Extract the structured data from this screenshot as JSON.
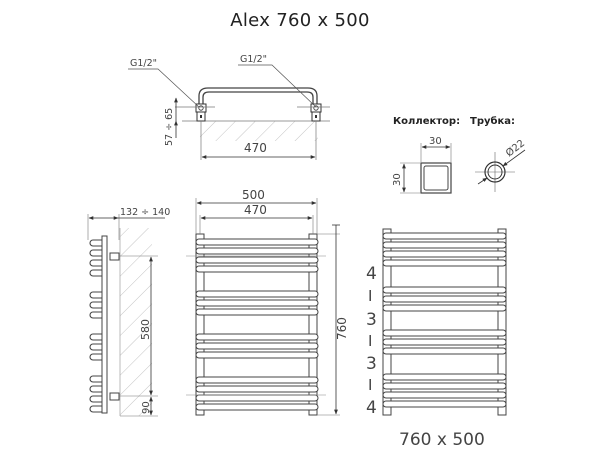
{
  "title": "Alex 760 x 500",
  "top_view": {
    "connector_left_label": "G1/2\"",
    "connector_right_label": "G1/2\"",
    "wall_distance": "57 ÷ 65",
    "width_between_connectors": "470"
  },
  "profiles": {
    "collector_label": "Коллектор:",
    "collector_width": "30",
    "collector_height": "30",
    "tube_label": "Трубка:",
    "tube_diameter": "Ø22"
  },
  "side_view": {
    "depth": "132 ÷ 140",
    "connector_spacing": "580",
    "bottom_offset": "90",
    "loop_groups": [
      4,
      3,
      3,
      4
    ]
  },
  "front_view": {
    "overall_width": "500",
    "axis_width": "470",
    "height": "760"
  },
  "schematic": {
    "groups_labels": [
      "4",
      "I",
      "3",
      "I",
      "3",
      "I",
      "4"
    ],
    "size_caption": "760 x 500"
  },
  "colors": {
    "line": "#555555",
    "hatch": "#bbbbbb",
    "text": "#333333"
  }
}
